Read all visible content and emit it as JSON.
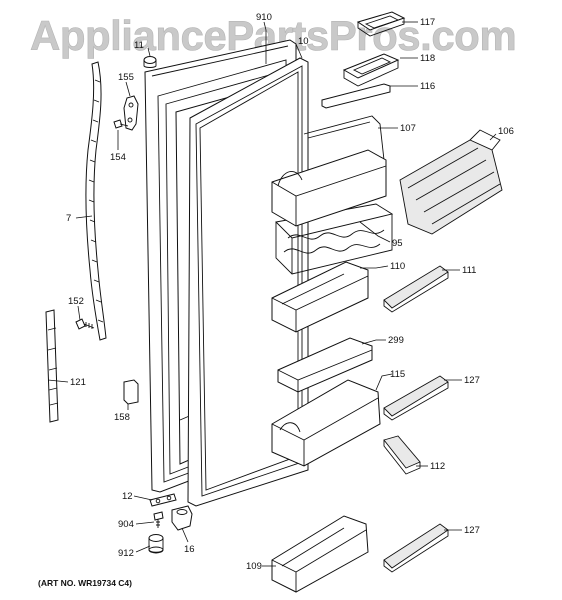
{
  "watermark": "AppliancePartsPros.com",
  "art_number": "(ART NO. WR19734 C4)",
  "callouts": {
    "c910": "910",
    "c11": "11",
    "c155": "155",
    "c154": "154",
    "c7": "7",
    "c152": "152",
    "c121": "121",
    "c158": "158",
    "c12": "12",
    "c904": "904",
    "c912": "912",
    "c16": "16",
    "c10": "10",
    "c117": "117",
    "c118": "118",
    "c116": "116",
    "c107": "107",
    "c106": "106",
    "c95": "95",
    "c110": "110",
    "c111": "111",
    "c299": "299",
    "c115": "115",
    "c127a": "127",
    "c112": "112",
    "c127b": "127",
    "c109": "109"
  }
}
